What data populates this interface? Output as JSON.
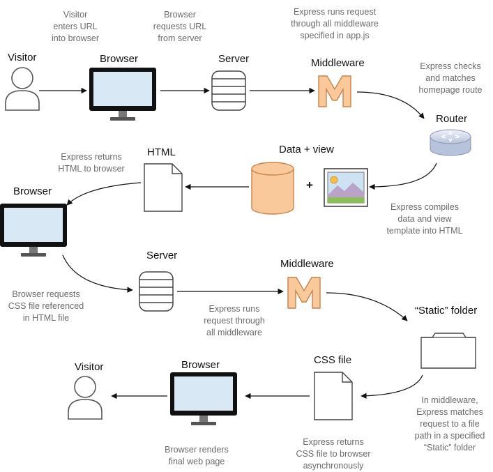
{
  "labels": {
    "visitor_1": "Visitor",
    "browser_1": "Browser",
    "server_1": "Server",
    "middleware_1": "Middleware",
    "router": "Router",
    "data_view": "Data + view",
    "plus": "+",
    "html": "HTML",
    "browser_2": "Browser",
    "server_2": "Server",
    "middleware_2": "Middleware",
    "static_folder": "“Static” folder",
    "css_file": "CSS file",
    "browser_3": "Browser",
    "visitor_2": "Visitor"
  },
  "notes": {
    "enters_url": "Visitor\nenters URL\ninto browser",
    "requests_url": "Browser\nrequests URL\nfrom server",
    "runs_all_middleware": "Express runs request\nthrough all middleware\nspecified in app.js",
    "checks_route": "Express checks\nand matches\nhomepage route",
    "returns_html": "Express returns\nHTML to browser",
    "compiles": "Express compiles\ndata and view\ntemplate into HTML",
    "requests_css": "Browser requests\nCSS file referenced\nin HTML file",
    "runs_request": "Express runs\nrequest through\nall middleware",
    "matches_file": "In middleware,\nExpress matches\nrequest to a file\npath in a specified\n“Static” folder",
    "returns_css": "Express returns\nCSS file to browser\nasynchronously",
    "renders": "Browser renders\nfinal web page"
  },
  "icons": {
    "visitor": "person-icon",
    "browser": "monitor-icon",
    "server": "database-server-icon",
    "middleware": "middleware-m-icon",
    "router": "router-icon",
    "data": "database-cylinder-icon",
    "view": "image-template-icon",
    "html": "document-icon",
    "static_folder": "folder-icon",
    "css_file": "document-icon"
  },
  "colors": {
    "accent_orange": "#f9c99b",
    "accent_orange_stroke": "#c8824a",
    "screen_blue": "#d9e8f5",
    "note_text": "#6b6b6b"
  }
}
